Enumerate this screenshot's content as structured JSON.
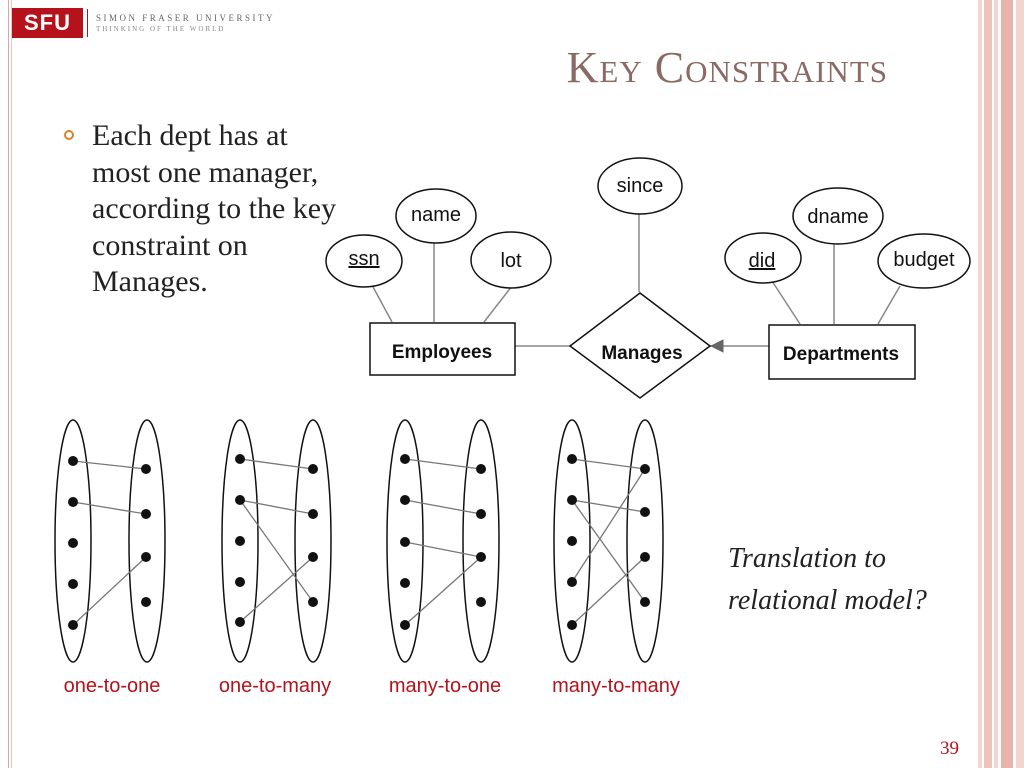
{
  "header": {
    "logo_mark": "SFU",
    "logo_line1": "SIMON FRASER UNIVERSITY",
    "logo_line2": "THINKING OF THE WORLD",
    "title": "Key Constraints"
  },
  "bullet": {
    "text": "Each dept has at most one manager, according to the key constraint on Manages."
  },
  "er": {
    "entities": {
      "employees": "Employees",
      "departments": "Departments"
    },
    "relationship": "Manages",
    "attributes": {
      "ssn": "ssn",
      "name": "name",
      "lot": "lot",
      "since": "since",
      "did": "did",
      "dname": "dname",
      "budget": "budget"
    }
  },
  "mappings": [
    {
      "label": "one-to-one"
    },
    {
      "label": "one-to-many"
    },
    {
      "label": "many-to-one"
    },
    {
      "label": "many-to-many"
    }
  ],
  "translation": {
    "line1": "Translation to",
    "line2": "relational model?"
  },
  "page_number": "39",
  "colors": {
    "accent": "#b5121b",
    "title": "#8a6a63",
    "bullet": "#d9822b"
  }
}
